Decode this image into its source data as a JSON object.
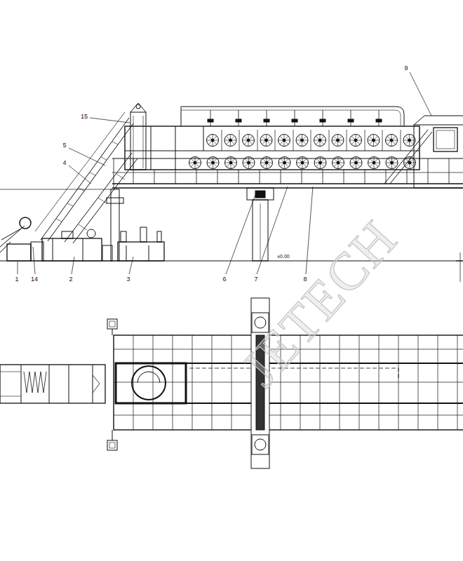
{
  "diagram": {
    "labels": [
      "15",
      "9",
      "5",
      "4",
      "1",
      "14",
      "2",
      "3",
      "6",
      "7",
      "8",
      "±0.00",
      "JETECH"
    ]
  }
}
